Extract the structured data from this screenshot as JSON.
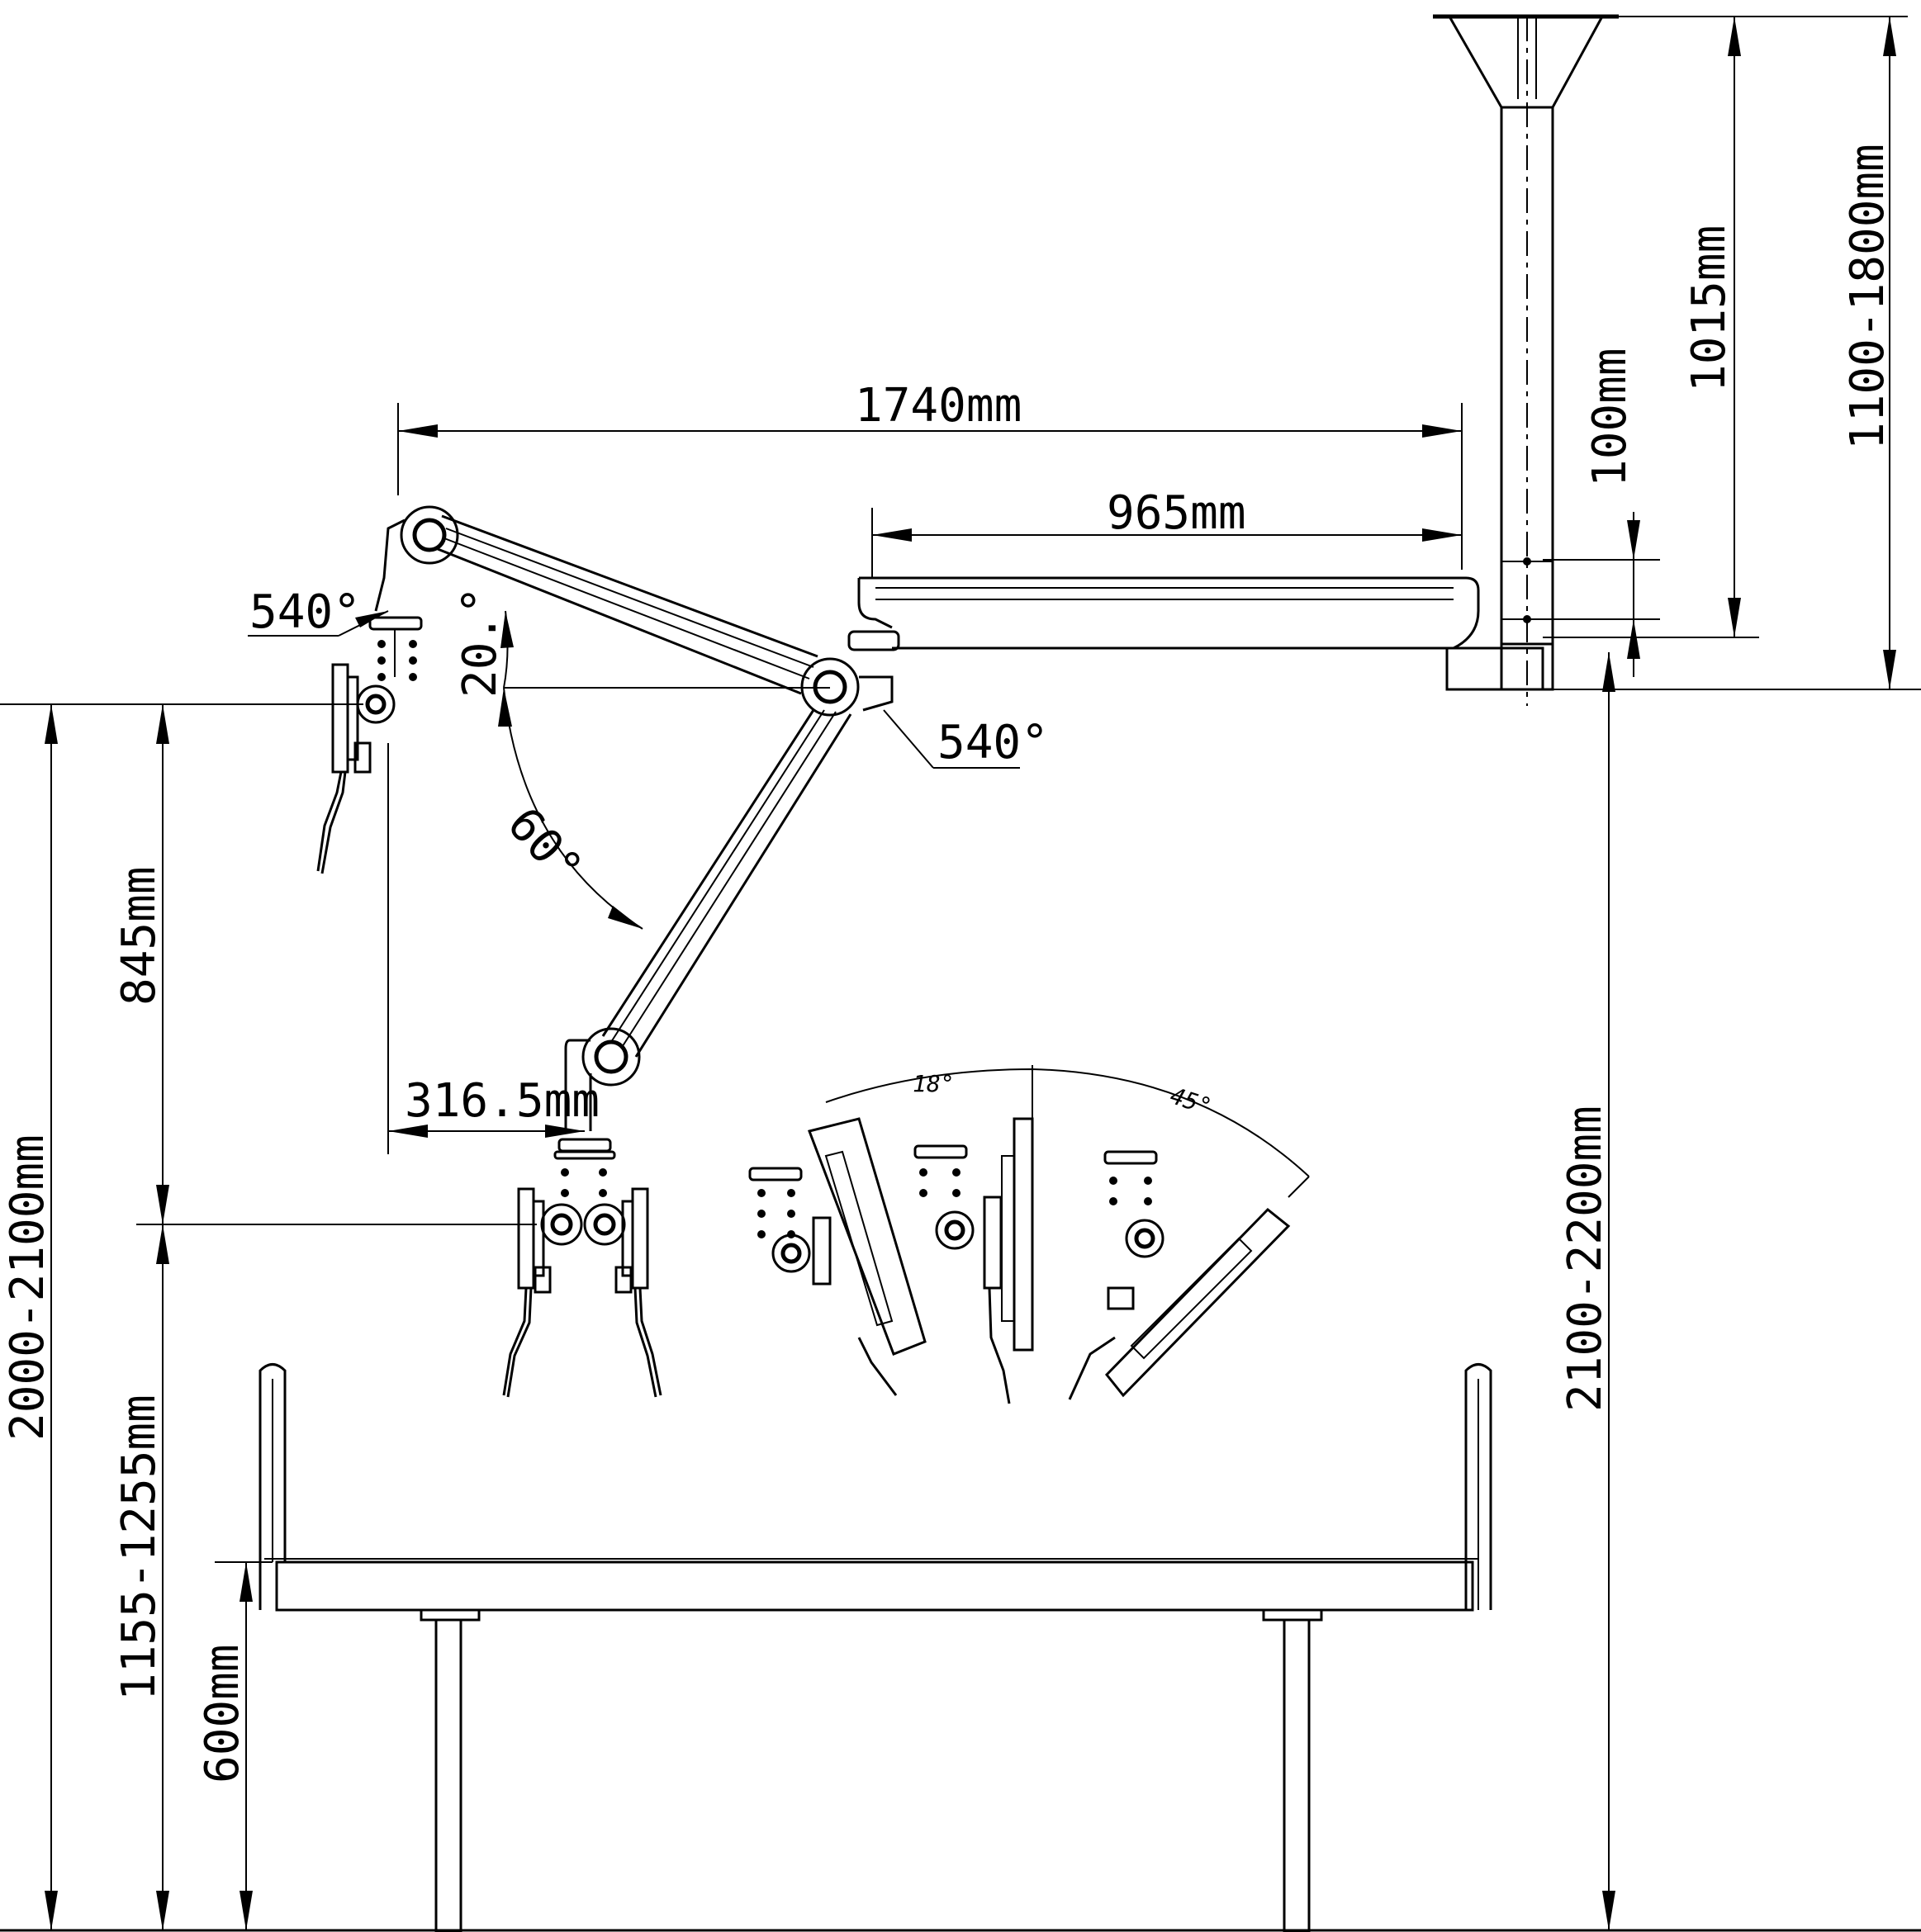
{
  "dimensions": {
    "arm_reach": "1740mm",
    "horizontal_arm": "965mm",
    "pole_offset": "100mm",
    "pole_length": "1015mm",
    "ceiling_drop": "1100-1800mm",
    "ceiling_height": "2100-2200mm",
    "arm_height": "845mm",
    "room_height": "2000-2100mm",
    "monitor_height": "1155-1255mm",
    "table_height": "600mm",
    "mount_offset": "316.5mm"
  },
  "angles": {
    "rotation_left": "540°",
    "rotation_right": "540°",
    "tilt_up": "20.°",
    "tilt_down": "60°",
    "monitor_tilt_a": "18°",
    "monitor_tilt_b": "45°"
  },
  "colors": {
    "line": "#000000",
    "background": "#ffffff"
  }
}
